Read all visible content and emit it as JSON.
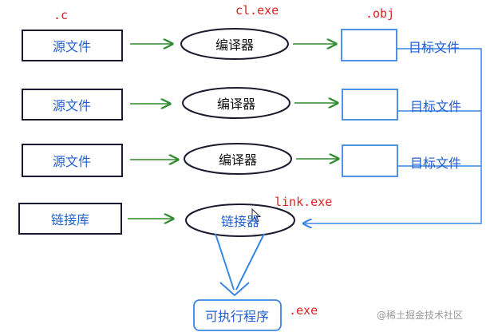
{
  "labels": {
    "c_ext": ".c",
    "cl_exe": "cl.exe",
    "obj_ext": ".obj",
    "link_exe": "link.exe",
    "exe_ext": ".exe"
  },
  "nodes": {
    "source_files": [
      "源文件",
      "源文件",
      "源文件"
    ],
    "compilers": [
      "编译器",
      "编译器",
      "编译器"
    ],
    "object_files": [
      "目标文件",
      "目标文件",
      "目标文件"
    ],
    "library": "链接库",
    "linker": "链接器",
    "executable": "可执行程序"
  },
  "watermark": "@稀土掘金技术社区",
  "colors": {
    "box_border": "#1a1a2e",
    "node_text": "#1f5fd0",
    "green_arrow": "#2e8b2e",
    "blue_line": "#3a86e6",
    "red_label": "#e02020"
  }
}
